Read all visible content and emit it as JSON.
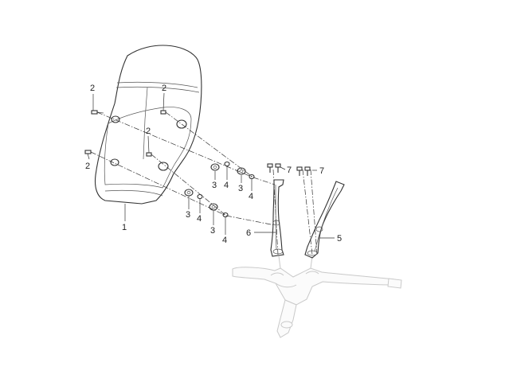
{
  "callouts": {
    "c1": "1",
    "c2a": "2",
    "c2b": "2",
    "c2c": "2",
    "c2d": "2",
    "c3a": "3",
    "c4a": "4",
    "c3b": "3",
    "c4b": "4",
    "c3c": "3",
    "c4c": "4",
    "c3d": "3",
    "c4d": "4",
    "c5": "5",
    "c6": "6",
    "c7a": "7",
    "c7b": "7"
  },
  "colors": {
    "line": "#333333",
    "ghost_part": "#c9c9c9"
  }
}
